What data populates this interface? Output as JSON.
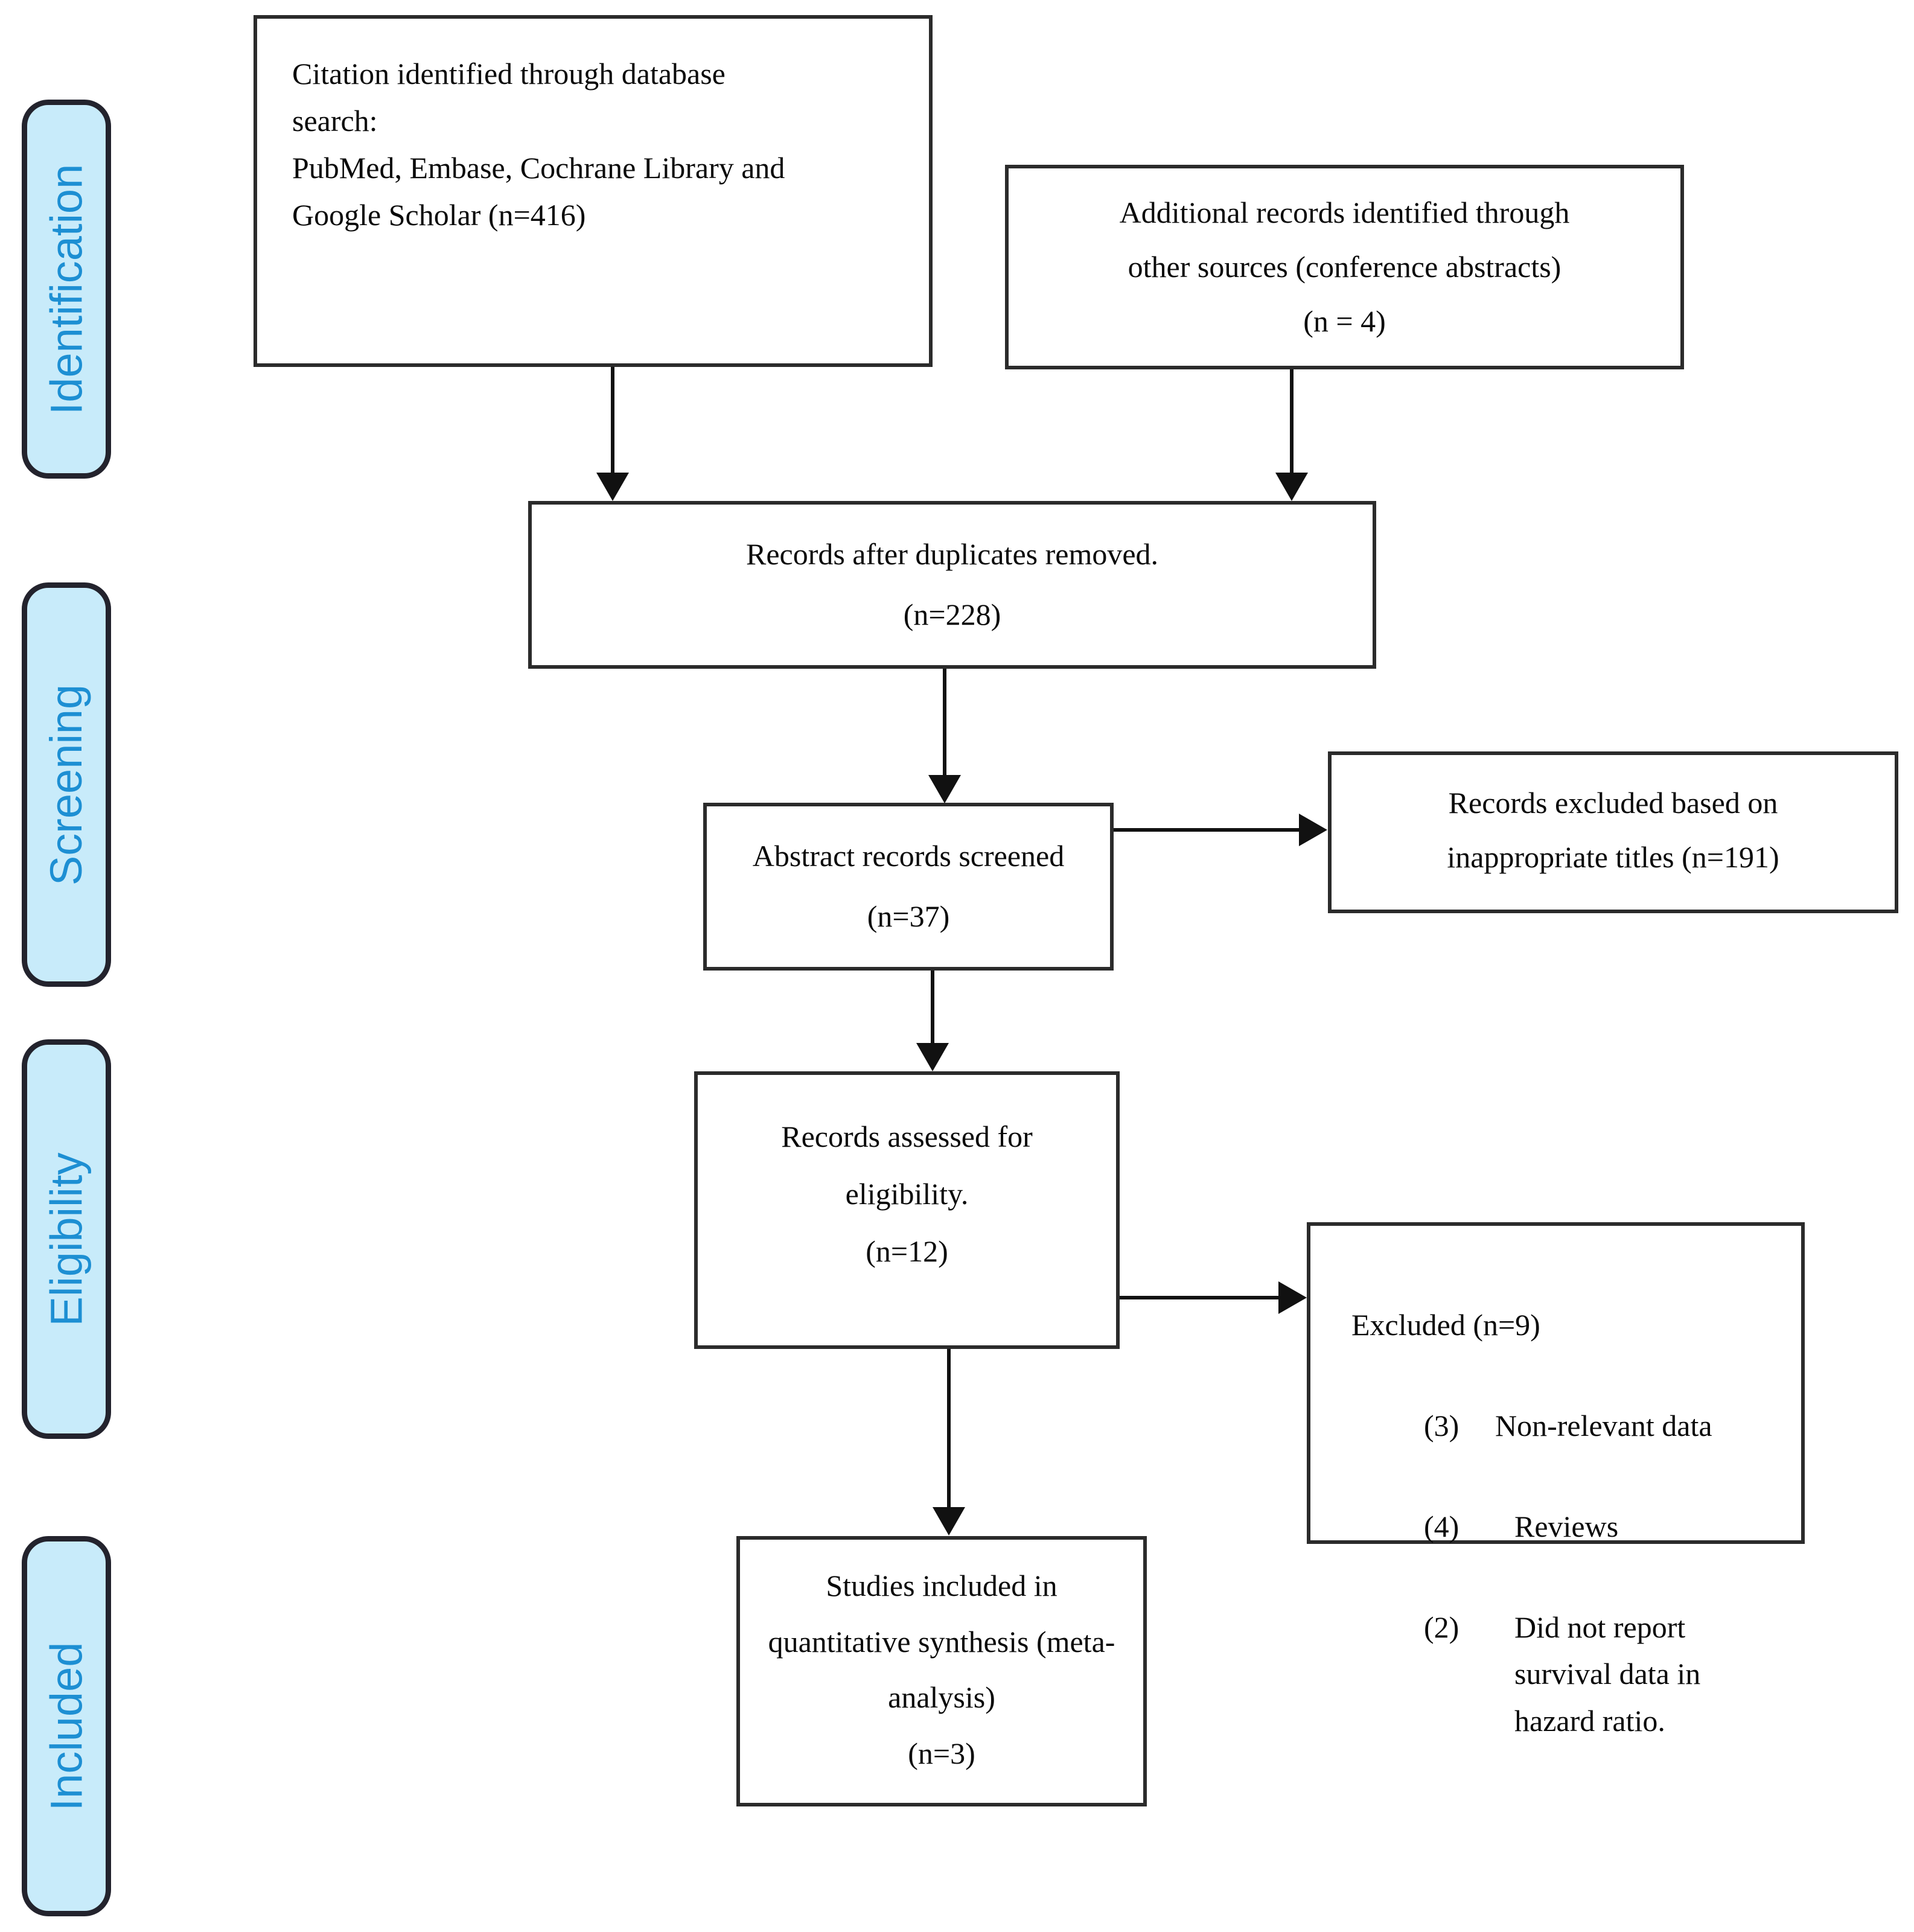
{
  "stages": {
    "identification": "Identification",
    "screening": "Screening",
    "eligibility": "Eligibility",
    "included": "Included"
  },
  "boxes": {
    "citation": "Citation identified through database\nsearch:\nPubMed, Embase, Cochrane Library and\nGoogle Scholar (n=416)",
    "additional": "Additional records identified through\nother sources (conference abstracts)\n(n = 4)",
    "deduplicated": "Records after duplicates removed.\n(n=228)",
    "screened": "Abstract records screened\n(n=37)",
    "excluded_titles": "Records excluded based on\ninappropriate titles (n=191)",
    "assessed": "Records assessed for\neligibility.\n(n=12)",
    "excluded": {
      "title": "Excluded (n=9)",
      "items": [
        {
          "num": "(3)",
          "text": "Non-relevant data"
        },
        {
          "num": "(4)",
          "text": "Reviews"
        },
        {
          "num": "(2)",
          "text": "Did not report\nsurvival data in\nhazard ratio."
        }
      ]
    },
    "included_studies": "Studies included in\nquantitative synthesis (meta-\nanalysis)\n(n=3)"
  },
  "colors": {
    "tab_fill": "#c8ebfa",
    "tab_text": "#1d8fd3",
    "tab_border": "#23232d",
    "box_border": "#2b2b2b",
    "arrow": "#111111"
  }
}
